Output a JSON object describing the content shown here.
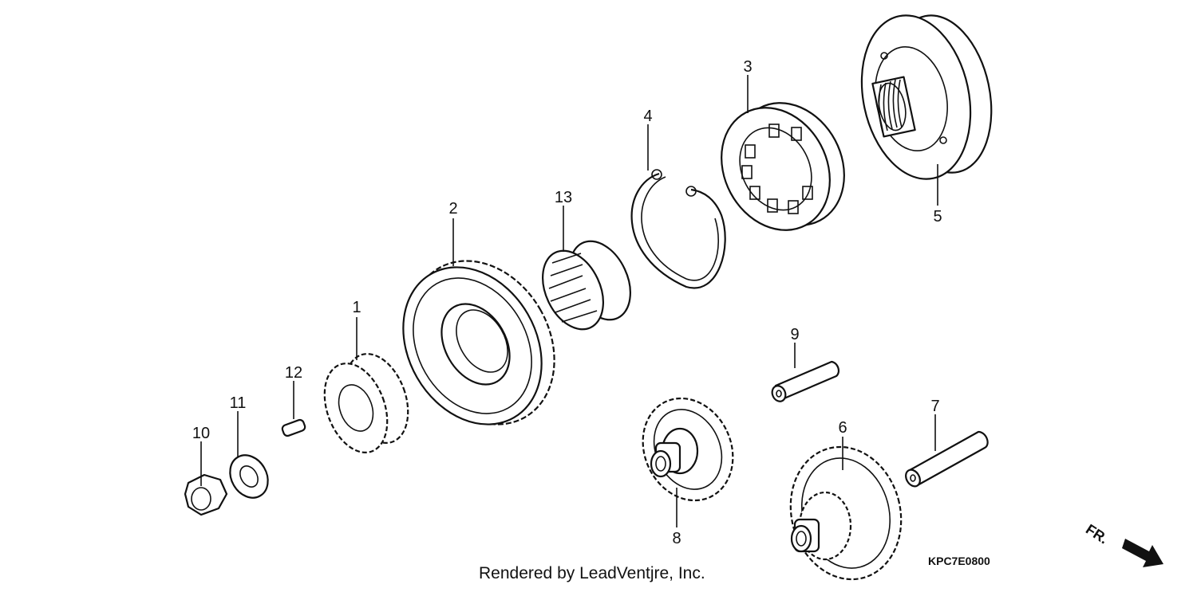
{
  "callouts": [
    {
      "id": "1",
      "label": "1"
    },
    {
      "id": "2",
      "label": "2"
    },
    {
      "id": "3",
      "label": "3"
    },
    {
      "id": "4",
      "label": "4"
    },
    {
      "id": "5",
      "label": "5"
    },
    {
      "id": "6",
      "label": "6"
    },
    {
      "id": "7",
      "label": "7"
    },
    {
      "id": "8",
      "label": "8"
    },
    {
      "id": "9",
      "label": "9"
    },
    {
      "id": "10",
      "label": "10"
    },
    {
      "id": "11",
      "label": "11"
    },
    {
      "id": "12",
      "label": "12"
    },
    {
      "id": "13",
      "label": "13"
    }
  ],
  "footer": {
    "credit": "Rendered by LeadVentjre, Inc.",
    "diagram_code": "KPC7E0800"
  },
  "direction": {
    "label": "FR."
  }
}
